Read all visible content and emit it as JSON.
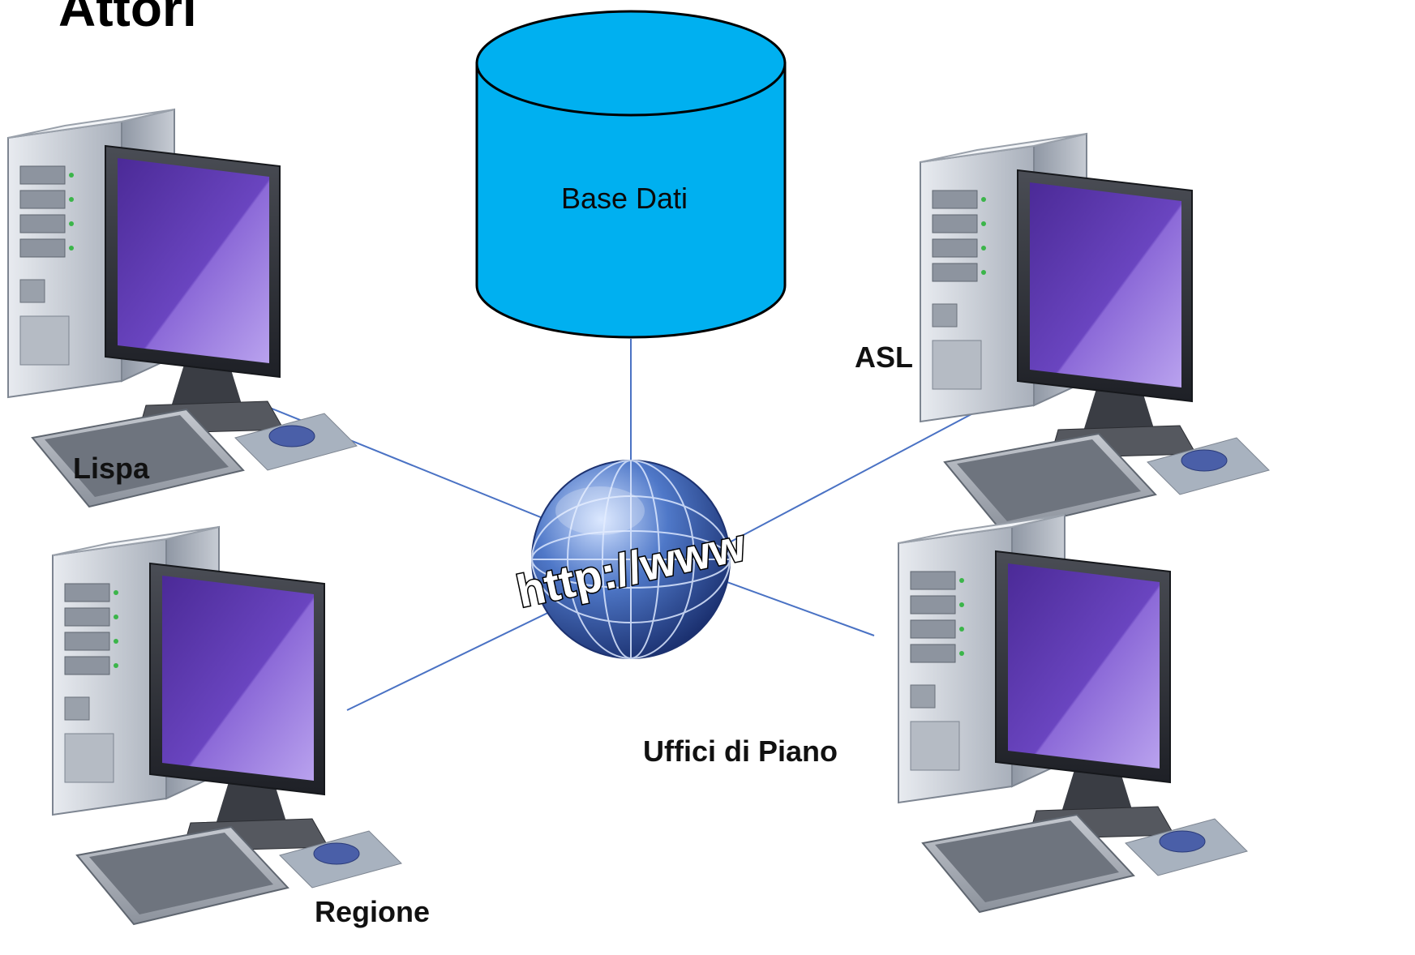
{
  "slide": {
    "title": "Attori"
  },
  "database": {
    "label": "Base Dati",
    "fill": "#00b0f0",
    "stroke": "#000000"
  },
  "hub": {
    "text": "http://www",
    "globe_color": "#3c5fb8",
    "line_color": "#4a72c4"
  },
  "actors": [
    {
      "id": "lispa",
      "label": "Lispa"
    },
    {
      "id": "asl",
      "label": "ASL"
    },
    {
      "id": "regione",
      "label": "Regione"
    },
    {
      "id": "uffici",
      "label": "Uffici di Piano"
    }
  ],
  "colors": {
    "screen": "#5a38a8",
    "case": "#cfd4dc"
  }
}
